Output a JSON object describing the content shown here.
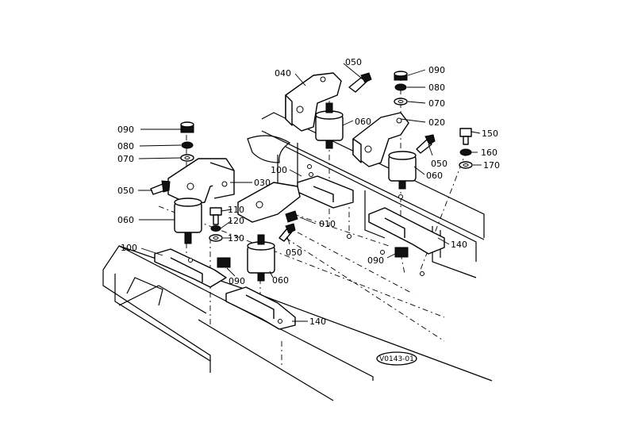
{
  "diagram": {
    "drawing_id": "V0143-01",
    "callouts": [
      {
        "key": "c040",
        "text": "040"
      },
      {
        "key": "c050a",
        "text": "050"
      },
      {
        "key": "c090a",
        "text": "090"
      },
      {
        "key": "c080a",
        "text": "080"
      },
      {
        "key": "c070a",
        "text": "070"
      },
      {
        "key": "c060a",
        "text": "060"
      },
      {
        "key": "c020",
        "text": "020"
      },
      {
        "key": "c150",
        "text": "150"
      },
      {
        "key": "c160",
        "text": "160"
      },
      {
        "key": "c170",
        "text": "170"
      },
      {
        "key": "c050b",
        "text": "050"
      },
      {
        "key": "c060b",
        "text": "060"
      },
      {
        "key": "c100a",
        "text": "100"
      },
      {
        "key": "c090b",
        "text": "090"
      },
      {
        "key": "c080b",
        "text": "080"
      },
      {
        "key": "c070b",
        "text": "070"
      },
      {
        "key": "c050c",
        "text": "050"
      },
      {
        "key": "c030",
        "text": "030"
      },
      {
        "key": "c060c",
        "text": "060"
      },
      {
        "key": "c110",
        "text": "110"
      },
      {
        "key": "c120",
        "text": "120"
      },
      {
        "key": "c130",
        "text": "130"
      },
      {
        "key": "c010",
        "text": "010"
      },
      {
        "key": "c050d",
        "text": "050"
      },
      {
        "key": "c100b",
        "text": "100"
      },
      {
        "key": "c090c",
        "text": "090"
      },
      {
        "key": "c060d",
        "text": "060"
      },
      {
        "key": "c140a",
        "text": "140"
      },
      {
        "key": "c090d",
        "text": "090"
      },
      {
        "key": "c140b",
        "text": "140"
      }
    ]
  }
}
